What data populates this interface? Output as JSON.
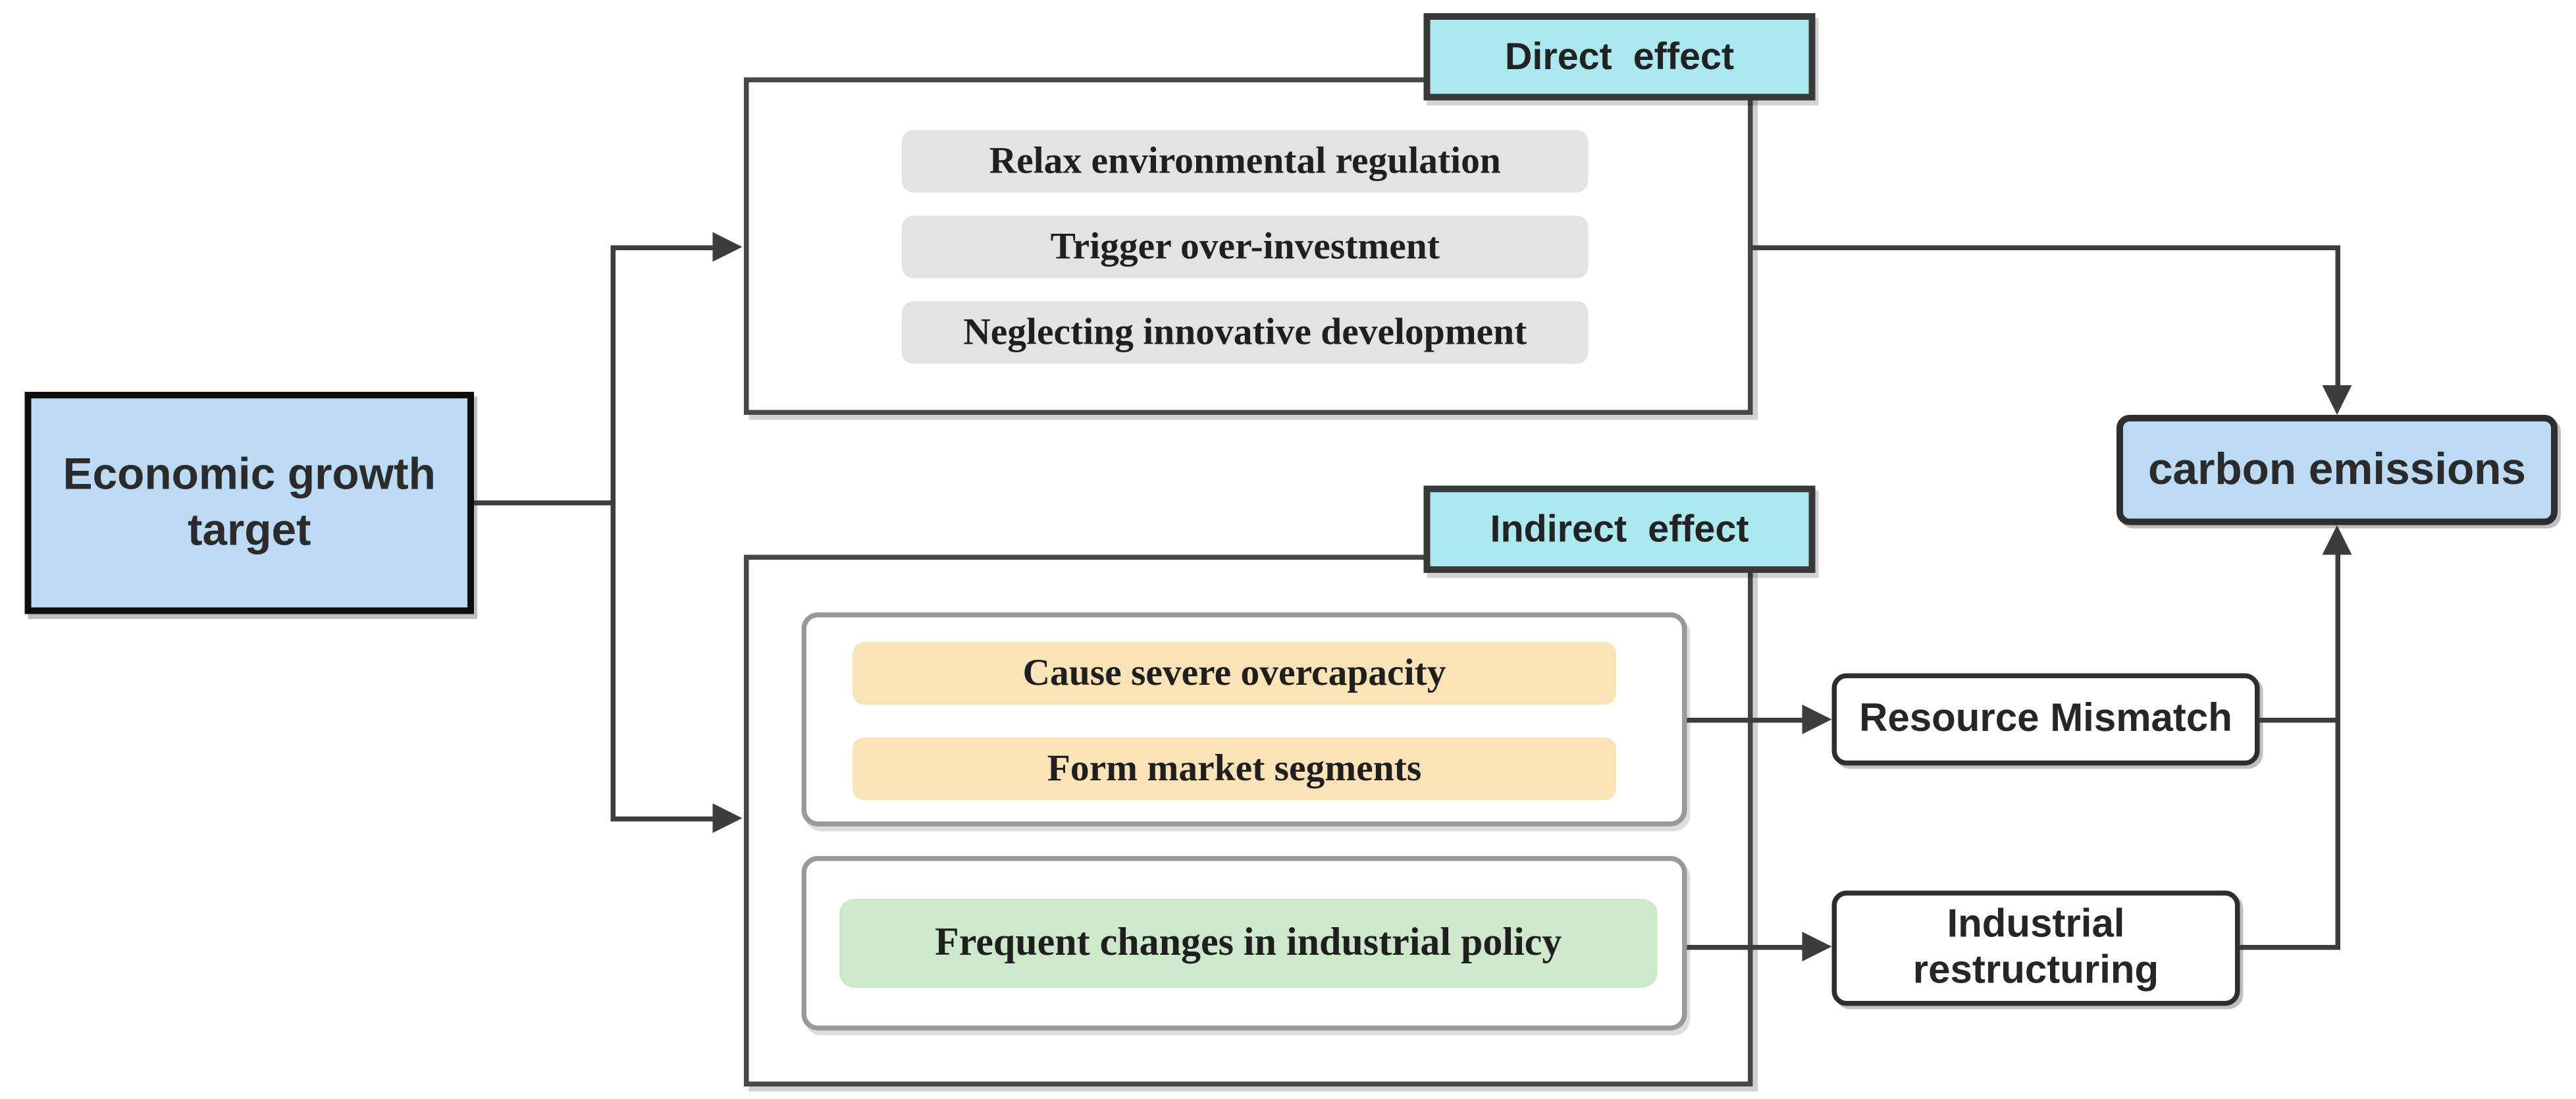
{
  "diagram": {
    "nodes": {
      "economic_growth_target": "Economic growth target",
      "carbon_emissions": "carbon emissions",
      "resource_mismatch": "Resource Mismatch",
      "industrial_restructuring": "Industrial restructuring"
    },
    "direct_effect": {
      "label": "Direct  effect",
      "items": [
        "Relax environmental regulation",
        "Trigger over-investment",
        "Neglecting innovative development"
      ]
    },
    "indirect_effect": {
      "label": "Indirect  effect",
      "market_group_items": [
        "Cause severe overcapacity",
        "Form market segments"
      ],
      "policy_group_items": [
        "Frequent changes in industrial policy"
      ]
    },
    "colors": {
      "node_blue": "#bcdaf3",
      "label_cyan": "#ace8f0",
      "item_gray": "#e3e3e3",
      "item_orange": "#fbe3b8",
      "item_green": "#cee8cc",
      "container_border": "#474747",
      "inner_border": "#999999",
      "line": "#3d3d3d"
    }
  }
}
